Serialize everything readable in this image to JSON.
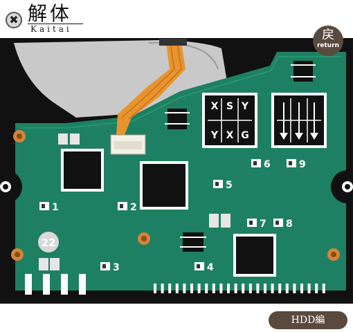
{
  "header": {
    "title": "解体",
    "subtitle": "Kaitai"
  },
  "buttons": {
    "close_icon": "close-icon",
    "return_kanji": "戻",
    "return_label": "return",
    "section_label": "HDD編"
  },
  "board": {
    "components": [
      "1",
      "2",
      "3",
      "4",
      "5",
      "6",
      "7",
      "8",
      "9"
    ],
    "badge": "22",
    "puzzle_letters": [
      "X",
      "S",
      "Y",
      "Y",
      "X",
      "G"
    ]
  },
  "colors": {
    "board": "#1e8062",
    "accent_button": "#5a4a3e",
    "flex_cable": "#e8942e",
    "screw": "#d6833a"
  }
}
